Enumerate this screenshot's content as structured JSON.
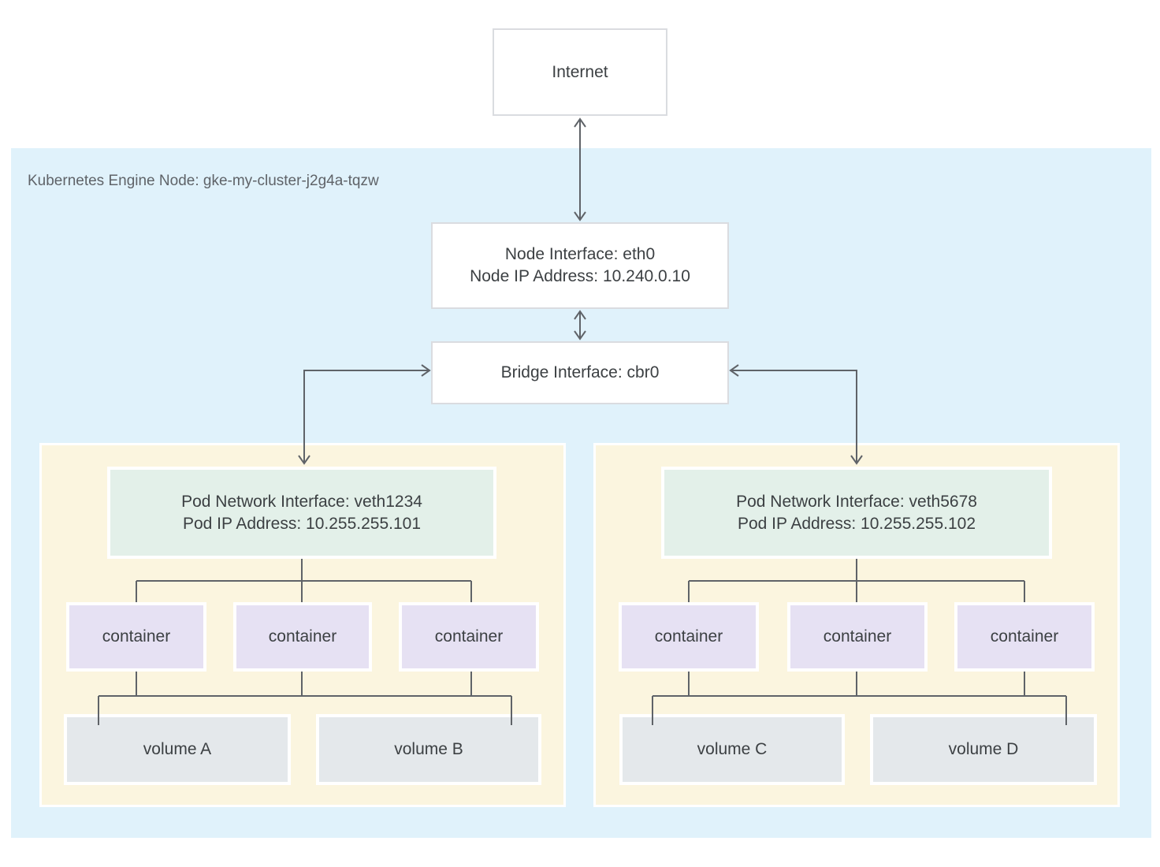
{
  "diagram": {
    "internet_label": "Internet",
    "node": {
      "label": "Kubernetes Engine Node: gke-my-cluster-j2g4a-tqzw",
      "interface_line1": "Node Interface: eth0",
      "interface_line2": "Node IP Address: 10.240.0.10",
      "bridge_label": "Bridge Interface: cbr0"
    },
    "pods": [
      {
        "interface_line1": "Pod Network Interface: veth1234",
        "interface_line2": "Pod IP Address: 10.255.255.101",
        "containers": [
          "container",
          "container",
          "container"
        ],
        "volumes": [
          "volume A",
          "volume B"
        ]
      },
      {
        "interface_line1": "Pod Network Interface: veth5678",
        "interface_line2": "Pod IP Address: 10.255.255.102",
        "containers": [
          "container",
          "container",
          "container"
        ],
        "volumes": [
          "volume C",
          "volume D"
        ]
      }
    ]
  },
  "colors": {
    "node_bg": "#E0F2FB",
    "pod_bg": "#FBF5DF",
    "interface_bg": "#E3F0E9",
    "container_bg": "#E6E1F3",
    "volume_bg": "#E4E8EB",
    "white_box_border": "#DADCE0",
    "connector": "#5F6368",
    "text": "#3C4043",
    "label": "#5F6368"
  }
}
